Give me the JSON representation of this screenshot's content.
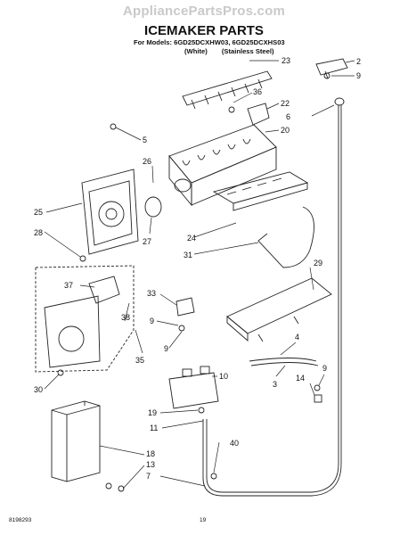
{
  "watermark": "AppliancePartsPros.com",
  "title": "ICEMAKER PARTS",
  "models_line": "For Models: 6GD25DCXHW03, 6GD25DCXHS03",
  "variants": [
    "(White)",
    "(Stainless Steel)"
  ],
  "footer": {
    "doc_number": "8198293",
    "page_number": "19"
  },
  "labels": [
    "2",
    "9",
    "23",
    "36",
    "22",
    "6",
    "20",
    "5",
    "26",
    "25",
    "28",
    "24",
    "27",
    "31",
    "29",
    "37",
    "33",
    "38",
    "9",
    "9",
    "35",
    "30",
    "4",
    "9",
    "10",
    "3",
    "14",
    "19",
    "11",
    "40",
    "18",
    "13",
    "7"
  ]
}
